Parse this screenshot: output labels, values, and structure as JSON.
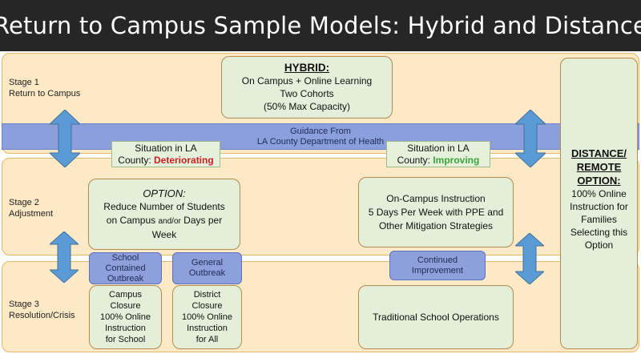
{
  "title": "Return to Campus Sample Models: Hybrid and Distance",
  "stages": [
    {
      "name": "Stage 1",
      "desc": "Return to Campus"
    },
    {
      "name": "Stage 2",
      "desc": "Adjustment"
    },
    {
      "name": "Stage 3",
      "desc": "Resolution/Crisis"
    }
  ],
  "hybrid": {
    "heading": "HYBRID:",
    "lines": [
      "On Campus + Online Learning",
      "Two Cohorts",
      "(50% Max Capacity)"
    ]
  },
  "guidance": {
    "line1": "Guidance From",
    "line2": "LA County Department of Health"
  },
  "situation_deteriorating": {
    "line1": "Situation in LA",
    "prefix": "County: ",
    "status": "Deteriorating",
    "status_color": "#cc1f1f"
  },
  "situation_improving": {
    "line1": "Situation in LA",
    "prefix": "County: ",
    "status": "Improving",
    "status_color": "#3aa33a"
  },
  "option": {
    "heading": "OPTION:",
    "line1": "Reduce Number of Students",
    "line2_a": "on Campus ",
    "line2_small": "and/or",
    "line2_b": " Days per",
    "line3": "Week"
  },
  "on_campus": {
    "lines": [
      "On-Campus Instruction",
      "5 Days Per Week with PPE and",
      "Other Mitigation Strategies"
    ]
  },
  "school_outbreak": {
    "lines": [
      "School",
      "Contained",
      "Outbreak"
    ]
  },
  "general_outbreak": {
    "lines": [
      "General",
      "Outbreak"
    ]
  },
  "continued_improvement": {
    "lines": [
      "Continued",
      "Improvement"
    ]
  },
  "campus_closure": {
    "lines": [
      "Campus",
      "Closure",
      "100% Online",
      "Instruction",
      "for School"
    ]
  },
  "district_closure": {
    "lines": [
      "District",
      "Closure",
      "100% Online",
      "Instruction",
      "for All"
    ]
  },
  "traditional": {
    "label": "Traditional School Operations"
  },
  "distance": {
    "heading_lines": [
      "DISTANCE/",
      "REMOTE",
      "OPTION:"
    ],
    "lines": [
      "100% Online",
      "Instruction for",
      "Families",
      "Selecting this",
      "Option"
    ]
  },
  "colors": {
    "title_bg": "#262626",
    "stage_fill": "#fde9c6",
    "box_fill": "#e3efd8",
    "guidance_fill": "#8b9fdd",
    "arrow_fill": "#5b9bd5"
  }
}
